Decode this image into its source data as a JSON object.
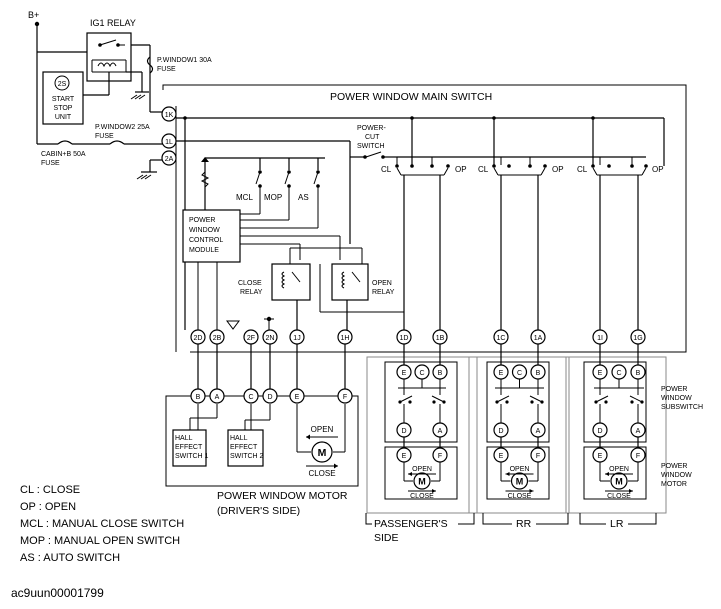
{
  "labels": {
    "b_plus": "B+",
    "ig1_relay": "IG1 RELAY",
    "start_stop_unit": [
      "START",
      "STOP",
      "UNIT"
    ],
    "ss_badge": "2S",
    "pwindow1_fuse": [
      "P.WINDOW1 30A",
      "FUSE"
    ],
    "pwindow2_fuse": [
      "P.WINDOW2 25A",
      "FUSE"
    ],
    "cabin_fuse": [
      "CABIN+B 50A",
      "FUSE"
    ],
    "main_switch": "POWER WINDOW MAIN SWITCH",
    "power_cut_switch": [
      "POWER-",
      "CUT",
      "SWITCH"
    ],
    "control_module": [
      "POWER",
      "WINDOW",
      "CONTROL",
      "MODULE"
    ],
    "close_relay": [
      "CLOSE",
      "RELAY"
    ],
    "open_relay": [
      "OPEN",
      "RELAY"
    ],
    "cl": "CL",
    "op": "OP",
    "mcl": "MCL",
    "mop": "MOP",
    "as": "AS",
    "hall1": [
      "HALL",
      "EFFECT",
      "SWITCH 1"
    ],
    "hall2": [
      "HALL",
      "EFFECT",
      "SWITCH 2"
    ],
    "open_arrow": "OPEN",
    "close_arrow": "CLOSE",
    "motor_m": "M",
    "driver_motor": [
      "POWER WINDOW MOTOR",
      "(DRIVER'S SIDE)"
    ],
    "subswitch": [
      "POWER",
      "WINDOW",
      "SUBSWITCH"
    ],
    "pw_motor": [
      "POWER",
      "WINDOW",
      "MOTOR"
    ],
    "passenger_side": [
      "PASSENGER'S",
      "SIDE"
    ],
    "rr": "RR",
    "lr": "LR"
  },
  "connectors": {
    "left_column": [
      "1K",
      "1L",
      "2A"
    ],
    "bottom_row": [
      "2D",
      "2B",
      "2F",
      "2N",
      "1J",
      "1H",
      "1D",
      "1B",
      "1C",
      "1A",
      "1I",
      "1G"
    ],
    "driver_motor_pins": [
      "B",
      "A",
      "C",
      "D",
      "E",
      "F"
    ],
    "subswitch_pins": [
      "E",
      "C",
      "B",
      "D",
      "A"
    ],
    "motor_pins": [
      "E",
      "F"
    ]
  },
  "legend": [
    "CL : CLOSE",
    "OP : OPEN",
    "MCL : MANUAL CLOSE SWITCH",
    "MOP : MANUAL OPEN SWITCH",
    "AS : AUTO SWITCH"
  ],
  "image_code": "ac9uun00001799"
}
